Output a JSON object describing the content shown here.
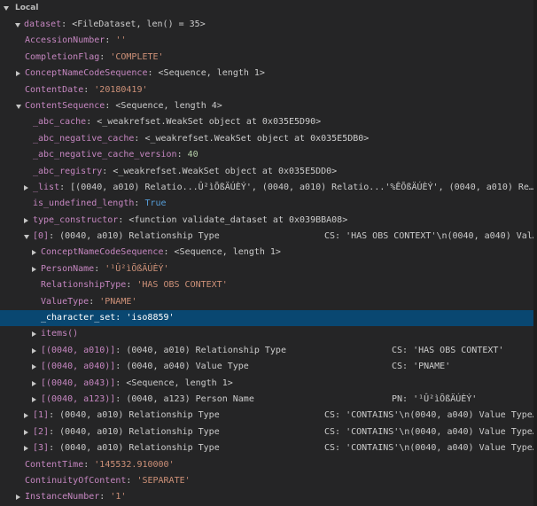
{
  "header": {
    "title": "Local"
  },
  "rows": [
    {
      "indent": 0,
      "twisty": "expanded",
      "key": "dataset",
      "value": "<FileDataset, len() = 35>",
      "vtype": "p"
    },
    {
      "indent": 1,
      "twisty": "none",
      "key": "AccessionNumber",
      "value": "''",
      "vtype": "s"
    },
    {
      "indent": 1,
      "twisty": "none",
      "key": "CompletionFlag",
      "value": "'COMPLETE'",
      "vtype": "s"
    },
    {
      "indent": 1,
      "twisty": "collapsed",
      "key": "ConceptNameCodeSequence",
      "value": "<Sequence, length 1>",
      "vtype": "p"
    },
    {
      "indent": 1,
      "twisty": "none",
      "key": "ContentDate",
      "value": "'20180419'",
      "vtype": "s"
    },
    {
      "indent": 1,
      "twisty": "expanded",
      "key": "ContentSequence",
      "value": "<Sequence, length 4>",
      "vtype": "p"
    },
    {
      "indent": 2,
      "twisty": "none",
      "key": "_abc_cache",
      "value": "<_weakrefset.WeakSet object at 0x035E5D90>",
      "vtype": "p"
    },
    {
      "indent": 2,
      "twisty": "none",
      "key": "_abc_negative_cache",
      "value": "<_weakrefset.WeakSet object at 0x035E5DB0>",
      "vtype": "p"
    },
    {
      "indent": 2,
      "twisty": "none",
      "key": "_abc_negative_cache_version",
      "value": "40",
      "vtype": "n"
    },
    {
      "indent": 2,
      "twisty": "none",
      "key": "_abc_registry",
      "value": "<_weakrefset.WeakSet object at 0x035E5DD0>",
      "vtype": "p"
    },
    {
      "indent": 2,
      "twisty": "collapsed",
      "key": "_list",
      "value": "[(0040, a010) Relatio...Û²ìÕßÄÚÈÝ', (0040, a010) Relatio...'%ÊÕßÄÚÈÝ', (0040, a010) Re…",
      "vtype": "p"
    },
    {
      "indent": 2,
      "twisty": "none",
      "key": "is_undefined_length",
      "value": "True",
      "vtype": "b"
    },
    {
      "indent": 2,
      "twisty": "collapsed",
      "key": "type_constructor",
      "value": "<function validate_dataset at 0x039BBA08>",
      "vtype": "p"
    },
    {
      "indent": 2,
      "twisty": "expanded",
      "key": "[0]",
      "value": "(0040, a010) Relationship Type",
      "vtype": "p",
      "tail": "CS: 'HAS OBS CONTEXT'\\n(0040, a040) Val…",
      "tailx": 366
    },
    {
      "indent": 3,
      "twisty": "collapsed",
      "key": "ConceptNameCodeSequence",
      "value": "<Sequence, length 1>",
      "vtype": "p"
    },
    {
      "indent": 3,
      "twisty": "collapsed",
      "key": "PersonName",
      "value": "'¹Û²ìÕßÄÚÈÝ'",
      "vtype": "s"
    },
    {
      "indent": 3,
      "twisty": "none",
      "key": "RelationshipType",
      "value": "'HAS OBS CONTEXT'",
      "vtype": "s"
    },
    {
      "indent": 3,
      "twisty": "none",
      "key": "ValueType",
      "value": "'PNAME'",
      "vtype": "s"
    },
    {
      "indent": 3,
      "twisty": "none",
      "key": "_character_set",
      "value": "'iso8859'",
      "vtype": "s",
      "selected": true
    },
    {
      "indent": 3,
      "twisty": "collapsed",
      "key": "items()",
      "value": "",
      "vtype": "p",
      "nocolon": true
    },
    {
      "indent": 3,
      "twisty": "collapsed",
      "key": "[(0040, a010)]",
      "value": "(0040, a010) Relationship Type",
      "vtype": "p",
      "tail": "CS: 'HAS OBS CONTEXT'",
      "tailx": 442
    },
    {
      "indent": 3,
      "twisty": "collapsed",
      "key": "[(0040, a040)]",
      "value": "(0040, a040) Value Type",
      "vtype": "p",
      "tail": "CS: 'PNAME'",
      "tailx": 442
    },
    {
      "indent": 3,
      "twisty": "collapsed",
      "key": "[(0040, a043)]",
      "value": "<Sequence, length 1>",
      "vtype": "p"
    },
    {
      "indent": 3,
      "twisty": "collapsed",
      "key": "[(0040, a123)]",
      "value": "(0040, a123) Person Name",
      "vtype": "p",
      "tail": "PN: '¹Û²ìÕßÄÚÈÝ'",
      "tailx": 442
    },
    {
      "indent": 2,
      "twisty": "collapsed",
      "key": "[1]",
      "value": "(0040, a010) Relationship Type",
      "vtype": "p",
      "tail": "CS: 'CONTAINS'\\n(0040, a040) Value Type…",
      "tailx": 366
    },
    {
      "indent": 2,
      "twisty": "collapsed",
      "key": "[2]",
      "value": "(0040, a010) Relationship Type",
      "vtype": "p",
      "tail": "CS: 'CONTAINS'\\n(0040, a040) Value Type…",
      "tailx": 366
    },
    {
      "indent": 2,
      "twisty": "collapsed",
      "key": "[3]",
      "value": "(0040, a010) Relationship Type",
      "vtype": "p",
      "tail": "CS: 'CONTAINS'\\n(0040, a040) Value Type…",
      "tailx": 366
    },
    {
      "indent": 1,
      "twisty": "none",
      "key": "ContentTime",
      "value": "'145532.910000'",
      "vtype": "s"
    },
    {
      "indent": 1,
      "twisty": "none",
      "key": "ContinuityOfContent",
      "value": "'SEPARATE'",
      "vtype": "s"
    },
    {
      "indent": 1,
      "twisty": "collapsed",
      "key": "InstanceNumber",
      "value": "'1'",
      "vtype": "s"
    }
  ]
}
